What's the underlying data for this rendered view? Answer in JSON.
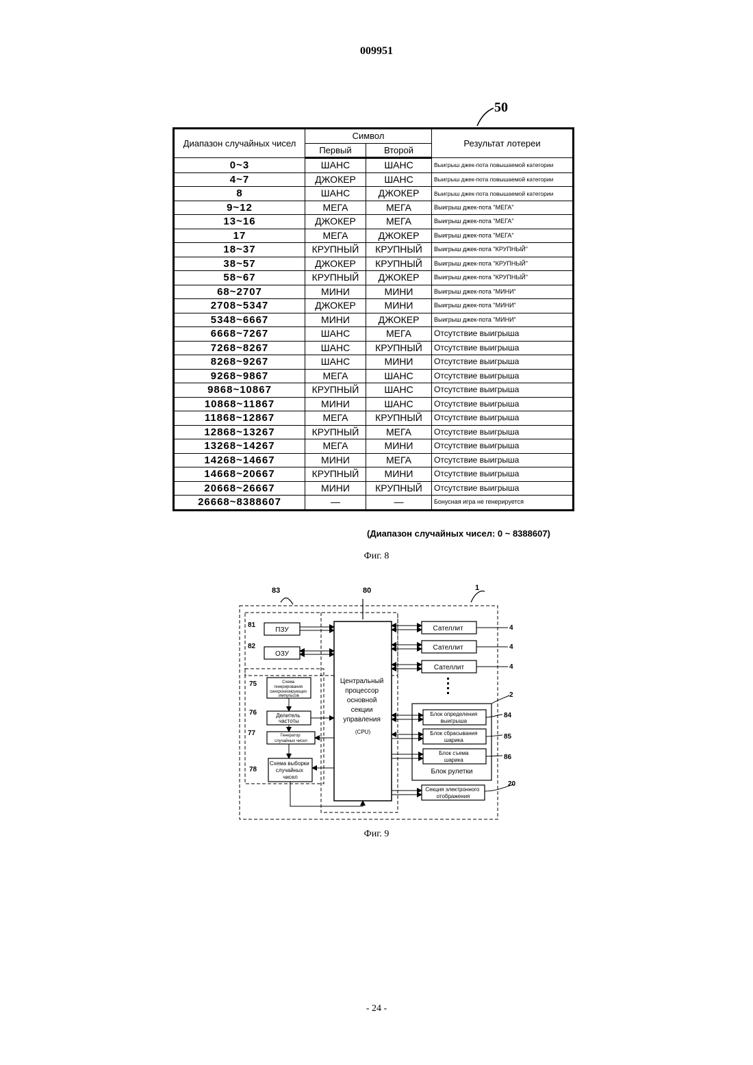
{
  "doc_number": "009951",
  "fig8": {
    "ref": "50",
    "headers": {
      "range": "Диапазон случайных чисел",
      "symbol": "Символ",
      "first": "Первый",
      "second": "Второй",
      "result": "Результат лотереи"
    },
    "rows": [
      {
        "range": "0~3",
        "first": "ШАНС",
        "second": "ШАНС",
        "result": "Выигрыш джек-пота повышаемой категории",
        "style": "small"
      },
      {
        "range": "4~7",
        "first": "ДЖОКЕР",
        "second": "ШАНС",
        "result": "Выигрыш джек-пота повышаемой категории",
        "style": "small"
      },
      {
        "range": "8",
        "first": "ШАНС",
        "second": "ДЖОКЕР",
        "result": "Выигрыш джек-пота повышаемой категории",
        "style": "small"
      },
      {
        "range": "9~12",
        "first": "МЕГА",
        "second": "МЕГА",
        "result": "Выигрыш джек-пота \"МЕГА\"",
        "style": "jp"
      },
      {
        "range": "13~16",
        "first": "ДЖОКЕР",
        "second": "МЕГА",
        "result": "Выигрыш джек-пота \"МЕГА\"",
        "style": "jp"
      },
      {
        "range": "17",
        "first": "МЕГА",
        "second": "ДЖОКЕР",
        "result": "Выигрыш джек-пота \"МЕГА\"",
        "style": "jp"
      },
      {
        "range": "18~37",
        "first": "КРУПНЫЙ",
        "second": "КРУПНЫЙ",
        "result": "Выигрыш джек-пота \"КРУПНЫЙ\"",
        "style": "tiny"
      },
      {
        "range": "38~57",
        "first": "ДЖОКЕР",
        "second": "КРУПНЫЙ",
        "result": "Выигрыш джек-пота \"КРУПНЫЙ\"",
        "style": "tiny"
      },
      {
        "range": "58~67",
        "first": "КРУПНЫЙ",
        "second": "ДЖОКЕР",
        "result": "Выигрыш джек-пота \"КРУПНЫЙ\"",
        "style": "tiny"
      },
      {
        "range": "68~2707",
        "first": "МИНИ",
        "second": "МИНИ",
        "result": "Выигрыш джек-пота \"МИНИ\"",
        "style": "jp"
      },
      {
        "range": "2708~5347",
        "first": "ДЖОКЕР",
        "second": "МИНИ",
        "result": "Выигрыш джек-пота \"МИНИ\"",
        "style": "jp"
      },
      {
        "range": "5348~6667",
        "first": "МИНИ",
        "second": "ДЖОКЕР",
        "result": "Выигрыш джек-пота \"МИНИ\"",
        "style": "jp"
      },
      {
        "range": "6668~7267",
        "first": "ШАНС",
        "second": "МЕГА",
        "result": "Отсутствие выигрыша",
        "style": ""
      },
      {
        "range": "7268~8267",
        "first": "ШАНС",
        "second": "КРУПНЫЙ",
        "result": "Отсутствие выигрыша",
        "style": ""
      },
      {
        "range": "8268~9267",
        "first": "ШАНС",
        "second": "МИНИ",
        "result": "Отсутствие выигрыша",
        "style": ""
      },
      {
        "range": "9268~9867",
        "first": "МЕГА",
        "second": "ШАНС",
        "result": "Отсутствие выигрыша",
        "style": ""
      },
      {
        "range": "9868~10867",
        "first": "КРУПНЫЙ",
        "second": "ШАНС",
        "result": "Отсутствие выигрыша",
        "style": ""
      },
      {
        "range": "10868~11867",
        "first": "МИНИ",
        "second": "ШАНС",
        "result": "Отсутствие выигрыша",
        "style": ""
      },
      {
        "range": "11868~12867",
        "first": "МЕГА",
        "second": "КРУПНЫЙ",
        "result": "Отсутствие выигрыша",
        "style": ""
      },
      {
        "range": "12868~13267",
        "first": "КРУПНЫЙ",
        "second": "МЕГА",
        "result": "Отсутствие выигрыша",
        "style": ""
      },
      {
        "range": "13268~14267",
        "first": "МЕГА",
        "second": "МИНИ",
        "result": "Отсутствие выигрыша",
        "style": ""
      },
      {
        "range": "14268~14667",
        "first": "МИНИ",
        "second": "МЕГА",
        "result": "Отсутствие выигрыша",
        "style": ""
      },
      {
        "range": "14668~20667",
        "first": "КРУПНЫЙ",
        "second": "МИНИ",
        "result": "Отсутствие выигрыша",
        "style": ""
      },
      {
        "range": "20668~26667",
        "first": "МИНИ",
        "second": "КРУПНЫЙ",
        "result": "Отсутствие выигрыша",
        "style": ""
      },
      {
        "range": "26668~8388607",
        "first": "—",
        "second": "—",
        "result": "Бонусная игра не генерируется",
        "style": "tiny"
      }
    ],
    "range_note": "(Диапазон случайных чисел: 0 ~ 8388607)",
    "caption": "Фиг. 8"
  },
  "fig9": {
    "labels": {
      "ref_83": "83",
      "ref_80": "80",
      "ref_1": "1",
      "ref_81": "81",
      "ref_82": "82",
      "ref_75": "75",
      "ref_76": "76",
      "ref_77": "77",
      "ref_78": "78",
      "ref_4a": "4",
      "ref_4b": "4",
      "ref_4c": "4",
      "ref_2": "2",
      "ref_84": "84",
      "ref_85": "85",
      "ref_86": "86",
      "ref_20": "20",
      "rom": "ПЗУ",
      "ram": "ОЗУ",
      "cpu_1": "Центральный",
      "cpu_2": "процессор",
      "cpu_3": "основной",
      "cpu_4": "секции",
      "cpu_5": "управления",
      "cpu_6": "(CPU)",
      "sat_1": "Сателлит",
      "sat_2": "Сателлит",
      "sat_3": "Сателлит",
      "gen_1": "Схема",
      "gen_2": "генерирования",
      "gen_3": "синхронизирующих",
      "gen_4": "импульсов",
      "div_1": "Делитель",
      "div_2": "частоты",
      "rng_1": "Генератор",
      "rng_2": "случайных чисел",
      "sel_1": "Схема выборки",
      "sel_2": "случайных",
      "sel_3": "чисел",
      "win_1": "Блок определения",
      "win_2": "выигрыша",
      "drop_1": "Блок сбрасывания",
      "drop_2": "шарика",
      "pick_1": "Блок съема",
      "pick_2": "шарика",
      "roulette": "Блок рулетки",
      "disp_1": "Секция электронного",
      "disp_2": "отображения"
    },
    "caption": "Фиг. 9"
  },
  "page_number": "- 24 -"
}
